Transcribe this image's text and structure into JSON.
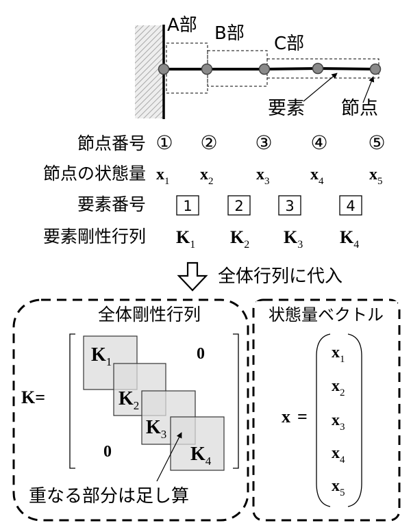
{
  "structure": {
    "part_a": "A部",
    "part_b": "B部",
    "part_c": "C部",
    "element_label": "要素",
    "node_label": "節点"
  },
  "rows": {
    "node_number_label": "節点番号",
    "state_label": "節点の状態量",
    "element_number_label": "要素番号",
    "element_stiffness_label": "要素剛性行列"
  },
  "node_numbers": [
    "①",
    "②",
    "③",
    "④",
    "⑤"
  ],
  "state_vars": [
    {
      "sym": "x",
      "sub": "1"
    },
    {
      "sym": "x",
      "sub": "2"
    },
    {
      "sym": "x",
      "sub": "3"
    },
    {
      "sym": "x",
      "sub": "4"
    },
    {
      "sym": "x",
      "sub": "5"
    }
  ],
  "element_numbers": [
    "1",
    "2",
    "3",
    "4"
  ],
  "element_matrices": [
    {
      "sym": "K",
      "sub": "1"
    },
    {
      "sym": "K",
      "sub": "2"
    },
    {
      "sym": "K",
      "sub": "3"
    },
    {
      "sym": "K",
      "sub": "4"
    }
  ],
  "assembly_label": "全体行列に代入",
  "global_matrix": {
    "title": "全体剛性行列",
    "lhs": "K=",
    "zero_top": "0",
    "zero_bottom": "0",
    "overlap_note": "重なる部分は足し算"
  },
  "state_vector": {
    "title": "状態量ベクトル",
    "lhs": "x",
    "equals": "="
  }
}
